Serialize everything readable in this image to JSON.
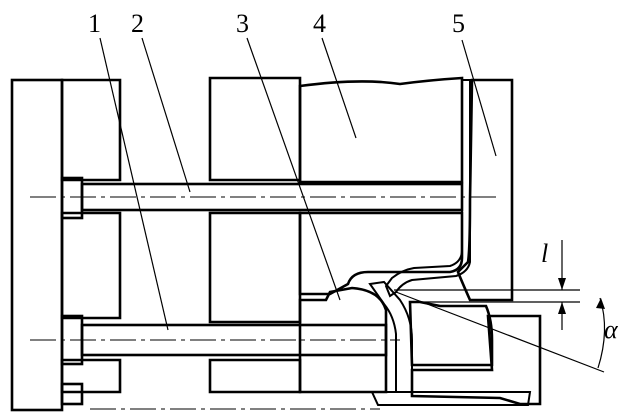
{
  "labels": {
    "part_1": "1",
    "part_2": "2",
    "part_3": "3",
    "part_4": "4",
    "part_5": "5",
    "dim_l": "l",
    "dim_alpha": "α"
  }
}
